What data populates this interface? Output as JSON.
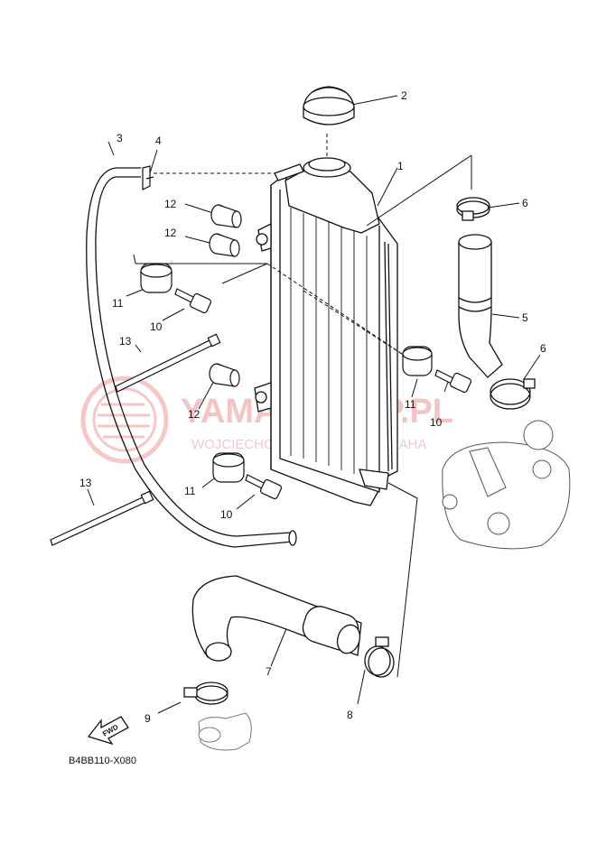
{
  "watermark": {
    "brand": "YAMA-SKLEP.PL",
    "tagline": "WOJCIECHOWSKI DEALER YAMAHA"
  },
  "diagram_code": "B4BB110-X080",
  "fwd_label": "FWD",
  "callouts": {
    "c1": "1",
    "c2": "2",
    "c3": "3",
    "c4": "4",
    "c5": "5",
    "c6a": "6",
    "c6b": "6",
    "c7": "7",
    "c8": "8",
    "c9": "9",
    "c10a": "10",
    "c10b": "10",
    "c10c": "10",
    "c11a": "11",
    "c11b": "11",
    "c11c": "11",
    "c12a": "12",
    "c12b": "12",
    "c12c": "12",
    "c13a": "13",
    "c13b": "13"
  }
}
